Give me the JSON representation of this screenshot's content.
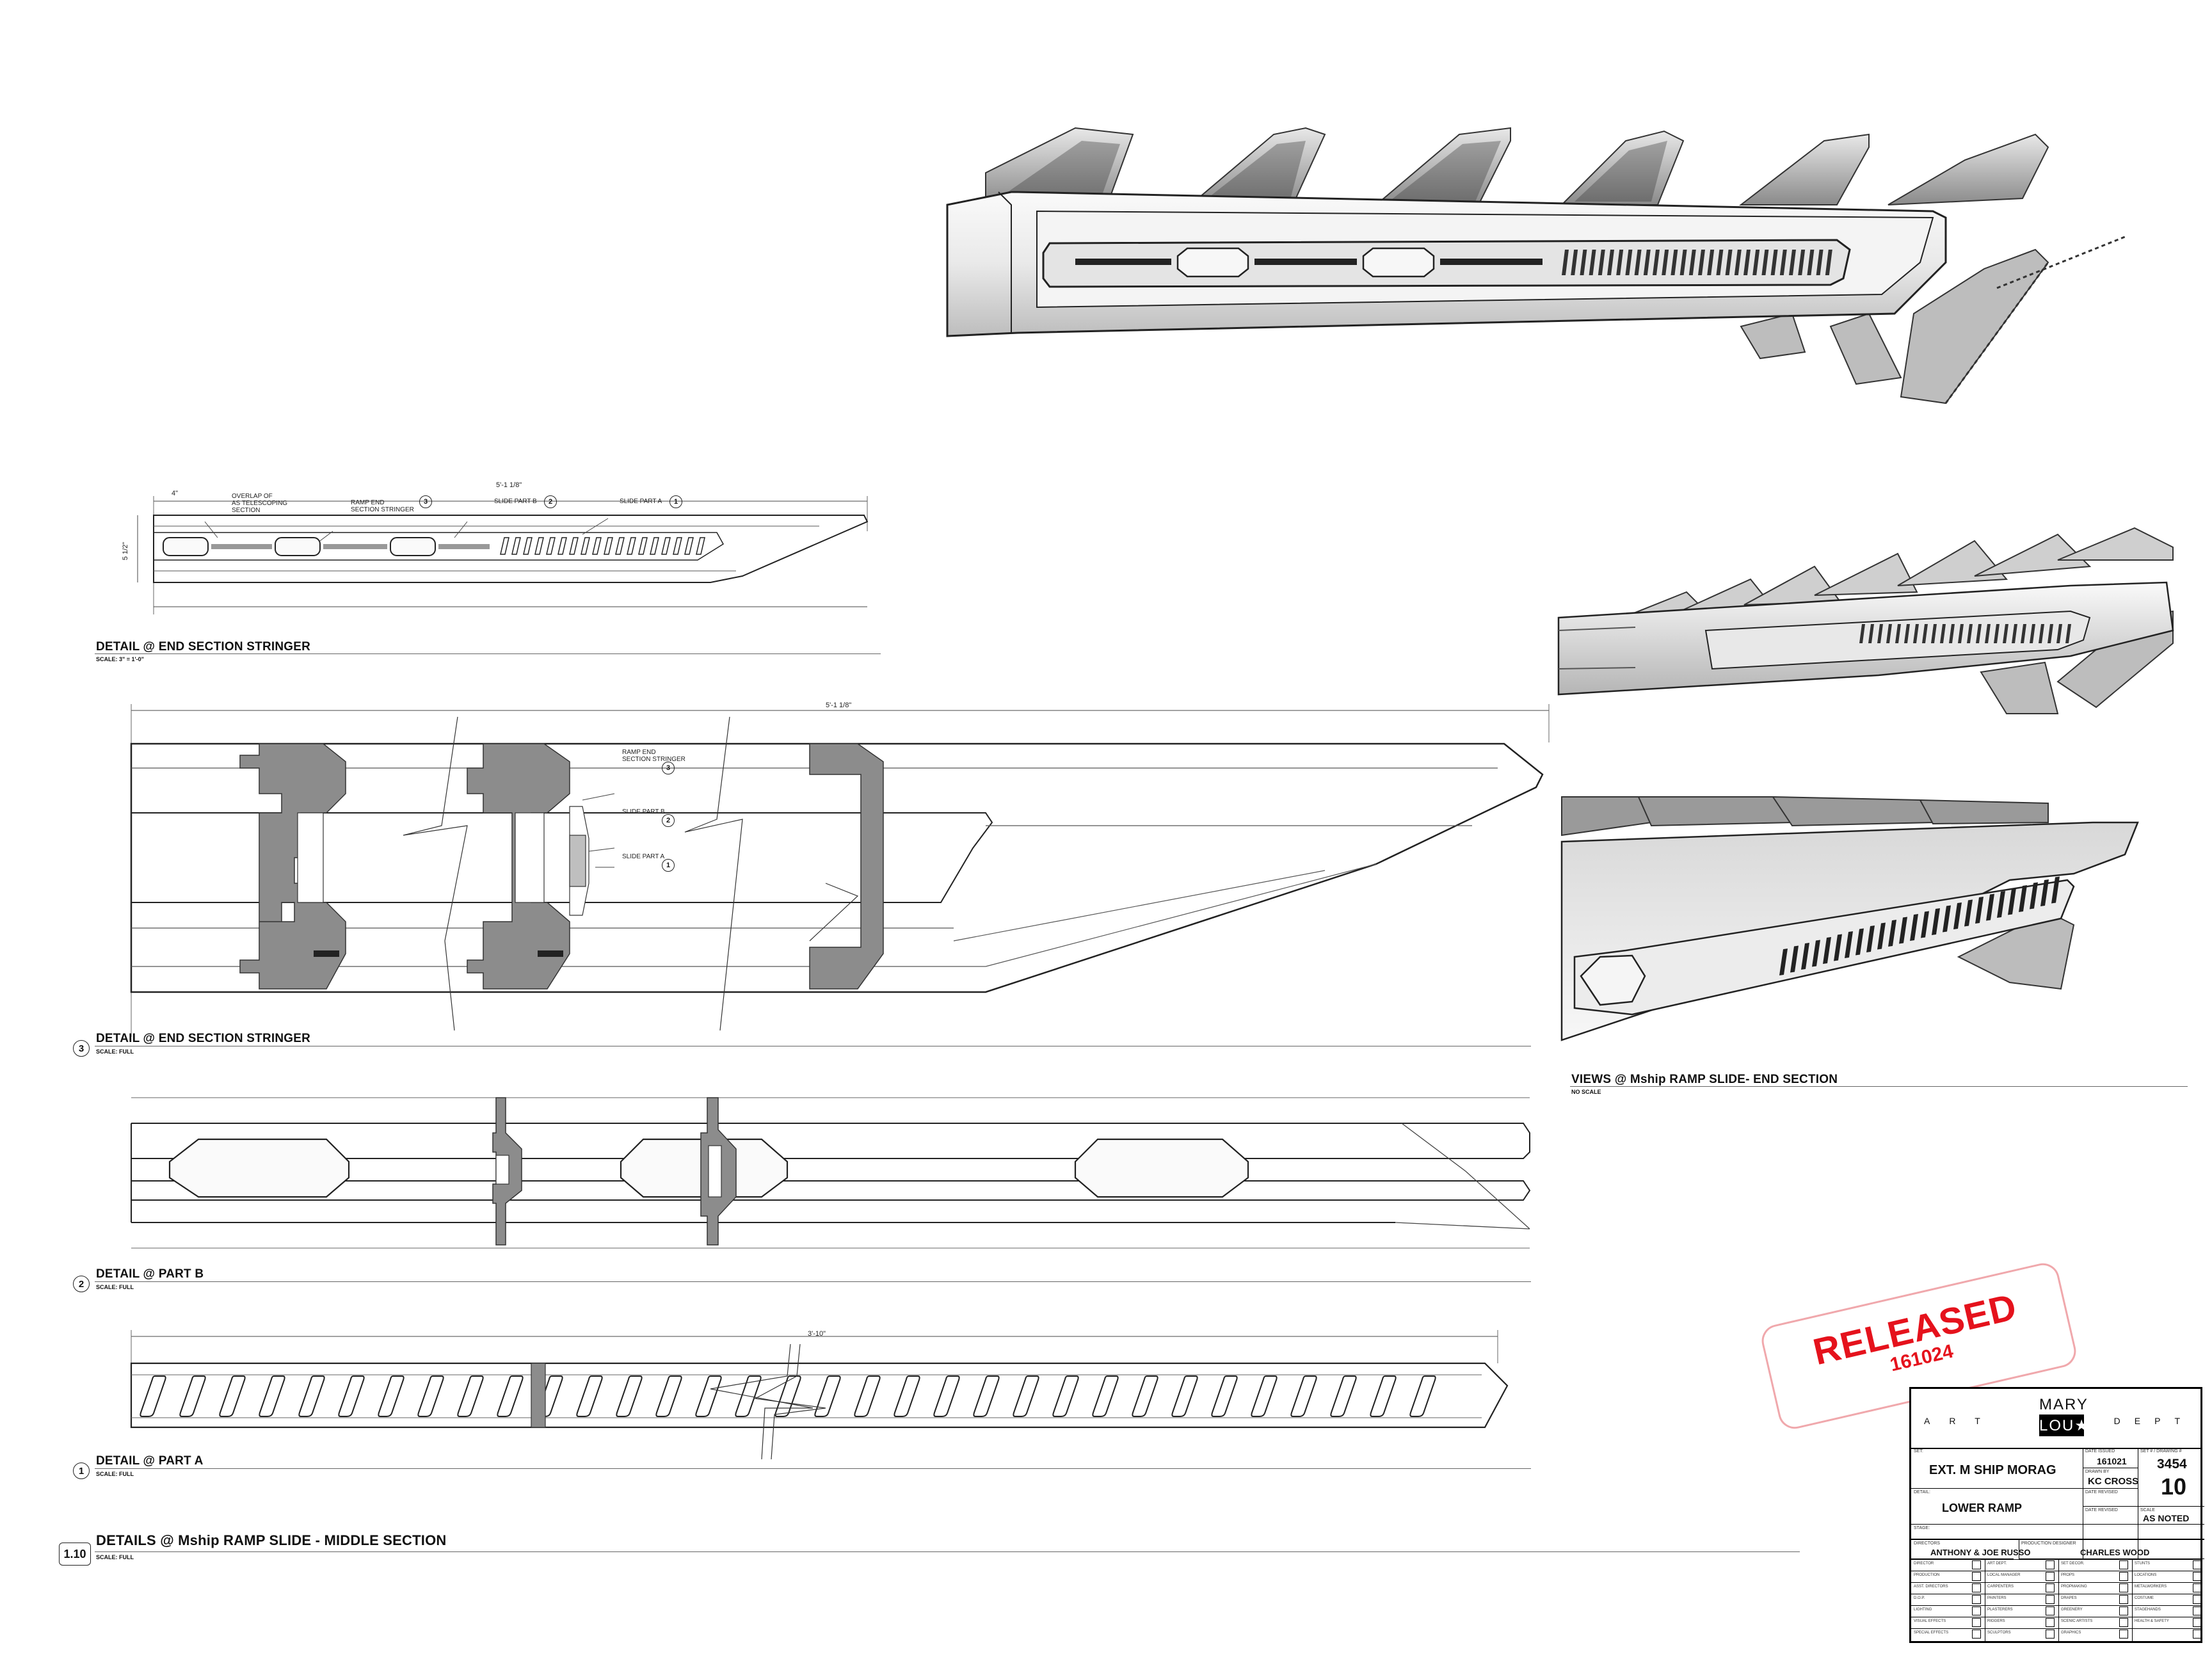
{
  "details": {
    "d_end_top": {
      "title": "DETAIL @ END SECTION STRINGER",
      "scale": "SCALE: 3\" = 1'-0\""
    },
    "d3": {
      "num": "3",
      "title": "DETAIL @ END SECTION STRINGER",
      "scale": "SCALE: FULL"
    },
    "d2": {
      "num": "2",
      "title": "DETAIL @ PART B",
      "scale": "SCALE: FULL"
    },
    "d1": {
      "num": "1",
      "title": "DETAIL @ PART A",
      "scale": "SCALE: FULL"
    },
    "main": {
      "num": "1.10",
      "title": "DETAILS  @ Mship RAMP SLIDE - MIDDLE SECTION",
      "scale": "SCALE: FULL"
    },
    "views": {
      "title": "VIEWS @ Mship RAMP SLIDE- END SECTION",
      "scale": "NO SCALE"
    }
  },
  "small_drawing": {
    "dim_left": "4\"",
    "dim_total": "5'-1 1/8\"",
    "dim_height": "5 1/2\"",
    "label_overlap": "OVERLAP OF\nAS TELESCOPING\nSECTION",
    "label_stringer": "RAMP END\nSECTION STRINGER",
    "num_stringer": "3",
    "label_slide_b": "SLIDE PART B",
    "num_slide_b": "2",
    "label_slide_a": "SLIDE PART A",
    "num_slide_a": "1"
  },
  "section3": {
    "dim_total": "5'-1 1/8\"",
    "label_stringer": "RAMP END\nSECTION STRINGER",
    "num_stringer": "3",
    "label_slide_b": "SLIDE PART B",
    "num_slide_b": "2",
    "label_slide_a": "SLIDE PART A",
    "num_slide_a": "1"
  },
  "part_a": {
    "dim": "3'-10\""
  },
  "stamp": {
    "line1": "RELEASED",
    "line2": "161024"
  },
  "title_block": {
    "art": "ART",
    "dept": "DEPT",
    "logo_top": "MARY",
    "logo_bottom": "LOU★",
    "set_label": "SET:",
    "set": "EXT. M SHIP MORAG",
    "date_label": "DATE ISSUED",
    "date": "161021",
    "drawn_label": "DRAWN BY",
    "drawn": "KC CROSS",
    "set_no_label": "SET # / DRAWING #",
    "set_no": "3454",
    "drawing_no": "10",
    "detail_label": "DETAIL:",
    "detail": "LOWER RAMP",
    "date_revised_label": "DATE REVISED",
    "scale_label": "SCALE",
    "scale": "AS NOTED",
    "stage_label": "STAGE:",
    "date_revised2_label": "DATE REVISED",
    "directors_label": "DIRECTORS",
    "directors": "ANTHONY & JOE RUSSO",
    "designer_label": "PRODUCTION DESIGNER",
    "designer": "CHARLES WOOD",
    "distribution": [
      [
        "DIRECTOR",
        "ART DEPT.",
        "SET DECOR.",
        "STUNTS"
      ],
      [
        "PRODUCTION",
        "LOCAL MANAGER",
        "PROPS",
        "LOCATIONS"
      ],
      [
        "ASST. DIRECTORS",
        "CARPENTERS",
        "PROPMAKING",
        "METALWORKERS"
      ],
      [
        "D.O.P.",
        "PAINTERS",
        "DRAPES",
        "COSTUME"
      ],
      [
        "LIGHTING",
        "PLASTERERS",
        "GREENERY",
        "STAGEHANDS"
      ],
      [
        "VISUAL EFFECTS",
        "RIGGERS",
        "SCENIC ARTISTS",
        "HEALTH & SAFETY"
      ],
      [
        "SPECIAL EFFECTS",
        "SCULPTORS",
        "GRAPHICS",
        ""
      ]
    ]
  }
}
